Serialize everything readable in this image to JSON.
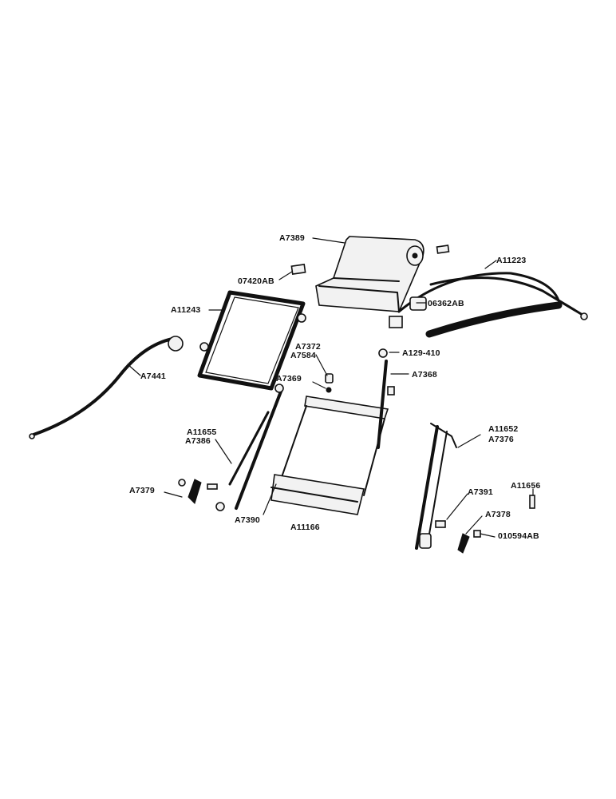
{
  "labels": {
    "a7389": "A7389",
    "a11223": "A11223",
    "p07420ab": "07420AB",
    "p06362ab": "06362AB",
    "a11243": "A11243",
    "a7372": "A7372",
    "a7584": "A7584",
    "a129_410": "A129-410",
    "a7441": "A7441",
    "a7369": "A7369",
    "a7368": "A7368",
    "a11655": "A11655",
    "a7386": "A7386",
    "a11652": "A11652",
    "a7376": "A7376",
    "a7379": "A7379",
    "a7391": "A7391",
    "a11656": "A11656",
    "a7390": "A7390",
    "a7378": "A7378",
    "a11166": "A11166",
    "p010594ab": "010594AB"
  }
}
